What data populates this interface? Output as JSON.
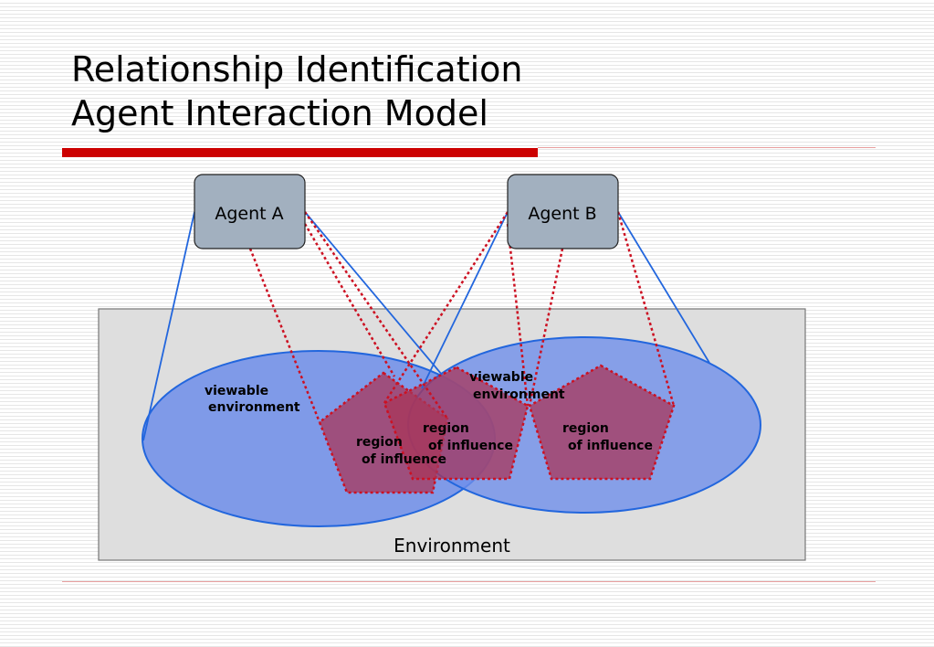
{
  "title": {
    "line1": "Relationship Identification",
    "line2": "Agent Interaction Model"
  },
  "agents": {
    "a": "Agent A",
    "b": "Agent B"
  },
  "environment": {
    "label": "Environment"
  },
  "viewable": {
    "a_line1": "viewable",
    "a_line2": "environment",
    "b_line1": "viewable",
    "b_line2": "environment"
  },
  "regions": {
    "r1_line1": "region",
    "r1_line2": "of influence",
    "r2_line1": "region",
    "r2_line2": "of influence",
    "r3_line1": "region",
    "r3_line2": "of influence"
  },
  "colors": {
    "agent_fill": "#a2b0bf",
    "environment_fill": "#dedede",
    "viewable_fill": "#6f8eea",
    "viewable_stroke": "#2266dd",
    "region_fill": "#a8355a",
    "region_stroke": "#cc1122",
    "accent_red": "#cc0000"
  }
}
